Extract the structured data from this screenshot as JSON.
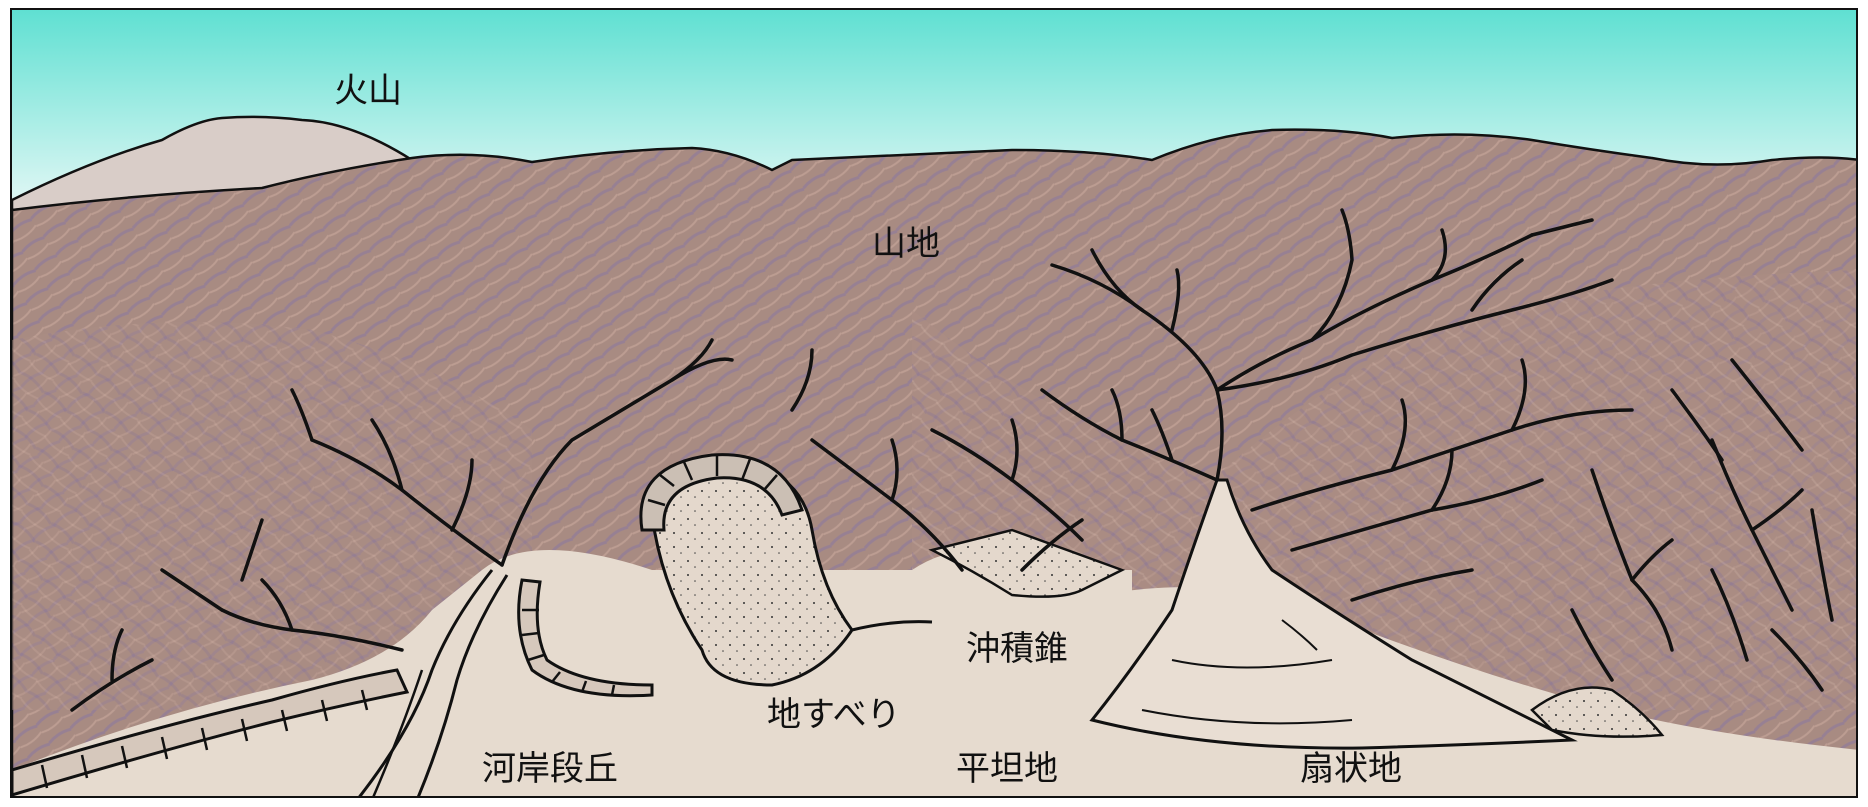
{
  "labels": {
    "volcano": "火山",
    "mountain": "山地",
    "alluvial_cone": "沖積錐",
    "landslide": "地すべり",
    "river_terrace": "河岸段丘",
    "plain": "平坦地",
    "alluvial_fan": "扇状地"
  },
  "colors": {
    "sky_top": "#5fe0d2",
    "sky_bottom": "#eef8f7",
    "mountain": "#a68a80",
    "mountain_shadow": "#8a7283",
    "volcano": "#d9cdc8",
    "plain": "#e6dbcf",
    "lines": "#111111"
  }
}
